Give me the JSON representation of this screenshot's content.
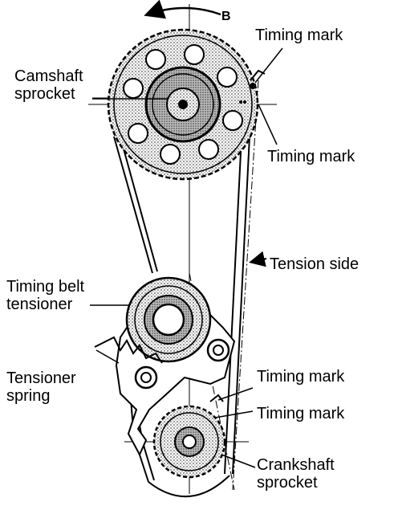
{
  "labels": {
    "direction": "B",
    "cam_timing_mark_top": "Timing mark",
    "cam_timing_mark_bottom": "Timing mark",
    "camshaft_sprocket": [
      "Camshaft",
      "sprocket"
    ],
    "tension_side": "Tension side",
    "timing_belt_tensioner": [
      "Timing belt",
      "tensioner"
    ],
    "tensioner_spring": [
      "Tensioner",
      "spring"
    ],
    "crank_timing_mark_1": "Timing mark",
    "crank_timing_mark_2": "Timing mark",
    "crankshaft_sprocket": [
      "Crankshaft",
      "sprocket"
    ]
  },
  "colors": {
    "ink": "#000000",
    "paper": "#ffffff",
    "stipple": "#7a7a7a"
  }
}
